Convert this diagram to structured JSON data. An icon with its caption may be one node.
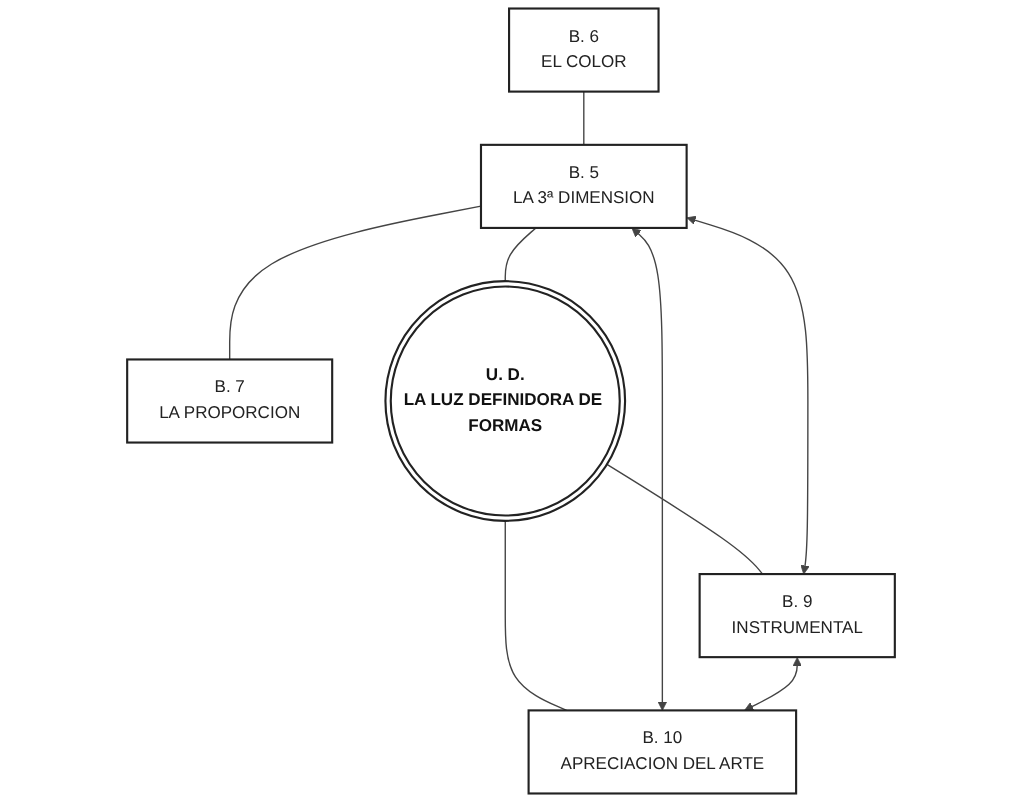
{
  "diagram": {
    "nodes": [
      {
        "text": [
          "B. 6",
          "EL COLOR"
        ]
      },
      {
        "text": [
          "B. 5",
          "LA 3ª DIMENSION"
        ]
      },
      {
        "text": [
          "B. 7",
          "LA PROPORCION"
        ]
      },
      {
        "text": [
          "U. D.",
          "LA LUZ DEFINIDORA DE FORMAS"
        ]
      },
      {
        "text": [
          "B. 9",
          "INSTRUMENTAL"
        ]
      },
      {
        "text": [
          "B. 10",
          "APRECIACION DEL ARTE"
        ]
      }
    ],
    "edges": [
      {
        "from": 0,
        "to": 1,
        "arrow": "none"
      },
      {
        "from": 1,
        "to": 2,
        "arrow": "none"
      },
      {
        "from": 1,
        "to": 3,
        "arrow": "none"
      },
      {
        "from": 3,
        "to": 4,
        "arrow": "none"
      },
      {
        "from": 3,
        "to": 5,
        "arrow": "none"
      },
      {
        "from": 1,
        "to": 4,
        "arrow": "both"
      },
      {
        "from": 1,
        "to": 5,
        "arrow": "both"
      },
      {
        "from": 4,
        "to": 5,
        "arrow": "both"
      }
    ]
  }
}
